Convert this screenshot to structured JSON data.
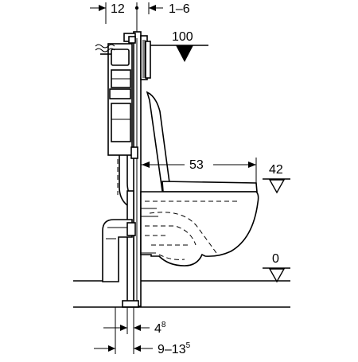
{
  "dimensions": {
    "top_left": "12",
    "top_right": "1–6",
    "height_top": "100",
    "depth": "53",
    "seat_height": "42",
    "floor_level": "0",
    "bottom_1_main": "4",
    "bottom_1_sup": "8",
    "bottom_2_main": "9–13",
    "bottom_2_sup": "5"
  }
}
